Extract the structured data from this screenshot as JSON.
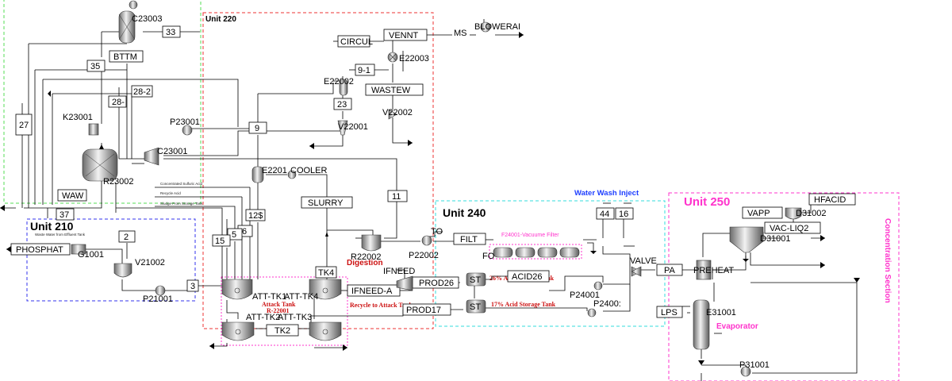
{
  "units": {
    "u220": "Unit 220",
    "u210": "Unit 210",
    "u240": "Unit 240",
    "u250": "Unit 250"
  },
  "section_labels": {
    "water_wash": "Water Wash Inject",
    "concentration": "Concentration Section",
    "evaporator": "Evaporator",
    "digestion": "Digestion",
    "attack_tank": "Attack Tank",
    "attack_tank_sub": "R-22001",
    "filter": "F24001-Vacuume Filter",
    "acid26_tank": "26% Acid Storage Tank",
    "acid17_tank": "17% Acid Storage Tank",
    "recycle": "Recycle to Attack Tank",
    "waste_water": "Waste Water from Effluent Tank",
    "concentrated_sulfuric": "Concentrated Sulfuric Acid",
    "recycle_acid": "Recycle Acid",
    "sludge": "Sludge From Storage Tank"
  },
  "equipment": {
    "c23003": "C23003",
    "bttm": "BTTM",
    "k23001": "K23001",
    "r23002": "R23002",
    "p23001": "P23001",
    "c23001": "C23001",
    "e22002": "E22002",
    "e22003": "E22003",
    "v22001": "V22001",
    "v22002": "V22002",
    "e2201": "E2201",
    "cooler": "COOLER",
    "r22002": "R22002",
    "p22002": "P22002",
    "v21002": "V21002",
    "p21001": "P21001",
    "g1001": "G1001",
    "att_tk1": "ATT-TK1",
    "att_tk4": "ATT-TK4",
    "att_tk2": "ATT-TK2",
    "att_tk3": "ATT-TK3",
    "blowerai": "BLOWERAI",
    "st1": "ST",
    "st2": "ST",
    "p24001": "P24001",
    "p24002": "P2400:",
    "d31002": "D31002",
    "d31001": "D31001",
    "e31001": "E31001",
    "p31001": "P31001",
    "to": "TO",
    "valve": "VALVE"
  },
  "streams": {
    "s33": "33",
    "s35": "35",
    "s28": "28-",
    "s28_2": "28-2",
    "s27": "27",
    "waw": "WAW",
    "s37": "37",
    "s9": "9",
    "s9_1": "9-1",
    "s23": "23",
    "circul": "CIRCUL",
    "vennt": "VENNT",
    "ms": "MS",
    "wastew": "WASTEW",
    "s11": "11",
    "slurry": "SLURRY",
    "s12s": "12$",
    "s15": "15",
    "s5": "5",
    "s6": "6",
    "s2": "2",
    "phosphat": "PHOSPHAT",
    "s3": "3",
    "tk4": "TK4",
    "tk2": "TK2",
    "filt": "FILT",
    "s44": "44",
    "s16": "16",
    "pa": "PA",
    "preheat": "PREHEAT",
    "lps": "LPS",
    "acid26": "ACID26",
    "prod26": "PROD26",
    "prod17": "PROD17",
    "ifneed": "IFNEED",
    "ifneed_a": "IFNEED-A",
    "vapp": "VAPP",
    "hfacid": "HFACID",
    "vac_liq2": "VAC-LIQ2",
    "fo": "FO"
  }
}
